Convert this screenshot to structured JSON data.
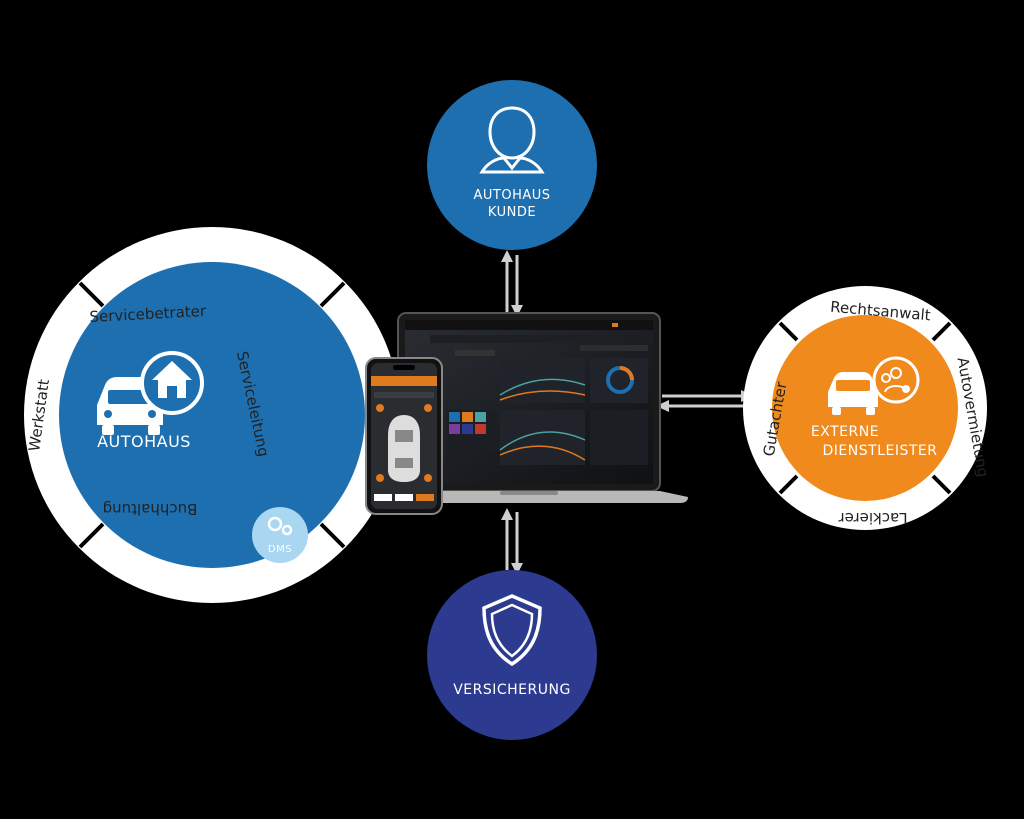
{
  "nodes": {
    "autohaus_kunde": {
      "line1": "AUTOHAUS",
      "line2": "KUNDE",
      "color": "#1e6fb0"
    },
    "autohaus": {
      "label": "AUTOHAUS",
      "color": "#1e6fb0",
      "ring": [
        "Servicebetrater",
        "Serviceleitung",
        "Buchhaltung",
        "Werkstatt"
      ]
    },
    "externe": {
      "line1": "EXTERNE",
      "line2": "DIENSTLEISTER",
      "color": "#f08a1c",
      "ring": [
        "Rechtsanwalt",
        "Autovermietung",
        "Lackierer",
        "Gutachter"
      ]
    },
    "versicherung": {
      "label": "VERSICHERUNG",
      "color": "#2c3a8f"
    },
    "dms": {
      "label": "DMS",
      "color": "#a9d6f0"
    }
  },
  "icons": {
    "kunde": "person-icon",
    "autohaus": "car-house-icon",
    "externe": "car-people-icon",
    "versicherung": "shield-icon",
    "dms": "gears-icon"
  }
}
